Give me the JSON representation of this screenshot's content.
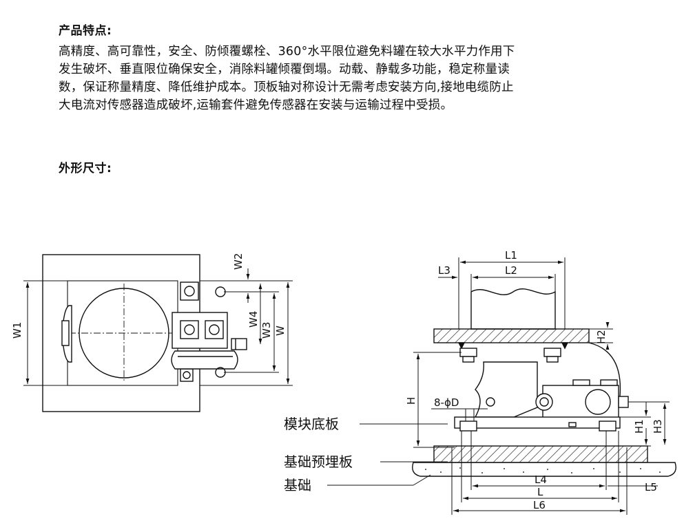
{
  "features": {
    "heading": "产品特点:",
    "lines": [
      "高精度、高可靠性，安全、防倾覆螺栓、360°水平限位避免料罐在较大水平力作用下",
      "发生破坏、垂直限位确保安全，消除料罐倾覆倒塌。动载、静载多功能，稳定称量读",
      "数，保证称量精度、降低维护成本。顶板轴对称设计无需考虑安装方向,接地电缆防止",
      "大电流对传感器造成破坏,运输套件避免传感器在安装与运输过程中受损。"
    ]
  },
  "dimensions": {
    "heading": "外形尺寸:",
    "top_view": {
      "W1": "W1",
      "W2": "W2",
      "W3": "W3",
      "W4": "W4",
      "W": "W"
    },
    "side_view": {
      "L1": "L1",
      "L2": "L2",
      "L3": "L3",
      "L4": "L4",
      "L5": "L5",
      "L": "L",
      "L6": "L6",
      "H": "H",
      "H1": "H1",
      "H2": "H2",
      "H3": "H3",
      "hole": "8-ϕD"
    },
    "labels": {
      "module_base": "模块底板",
      "embedded_plate": "基础预埋板",
      "foundation": "基础"
    }
  }
}
